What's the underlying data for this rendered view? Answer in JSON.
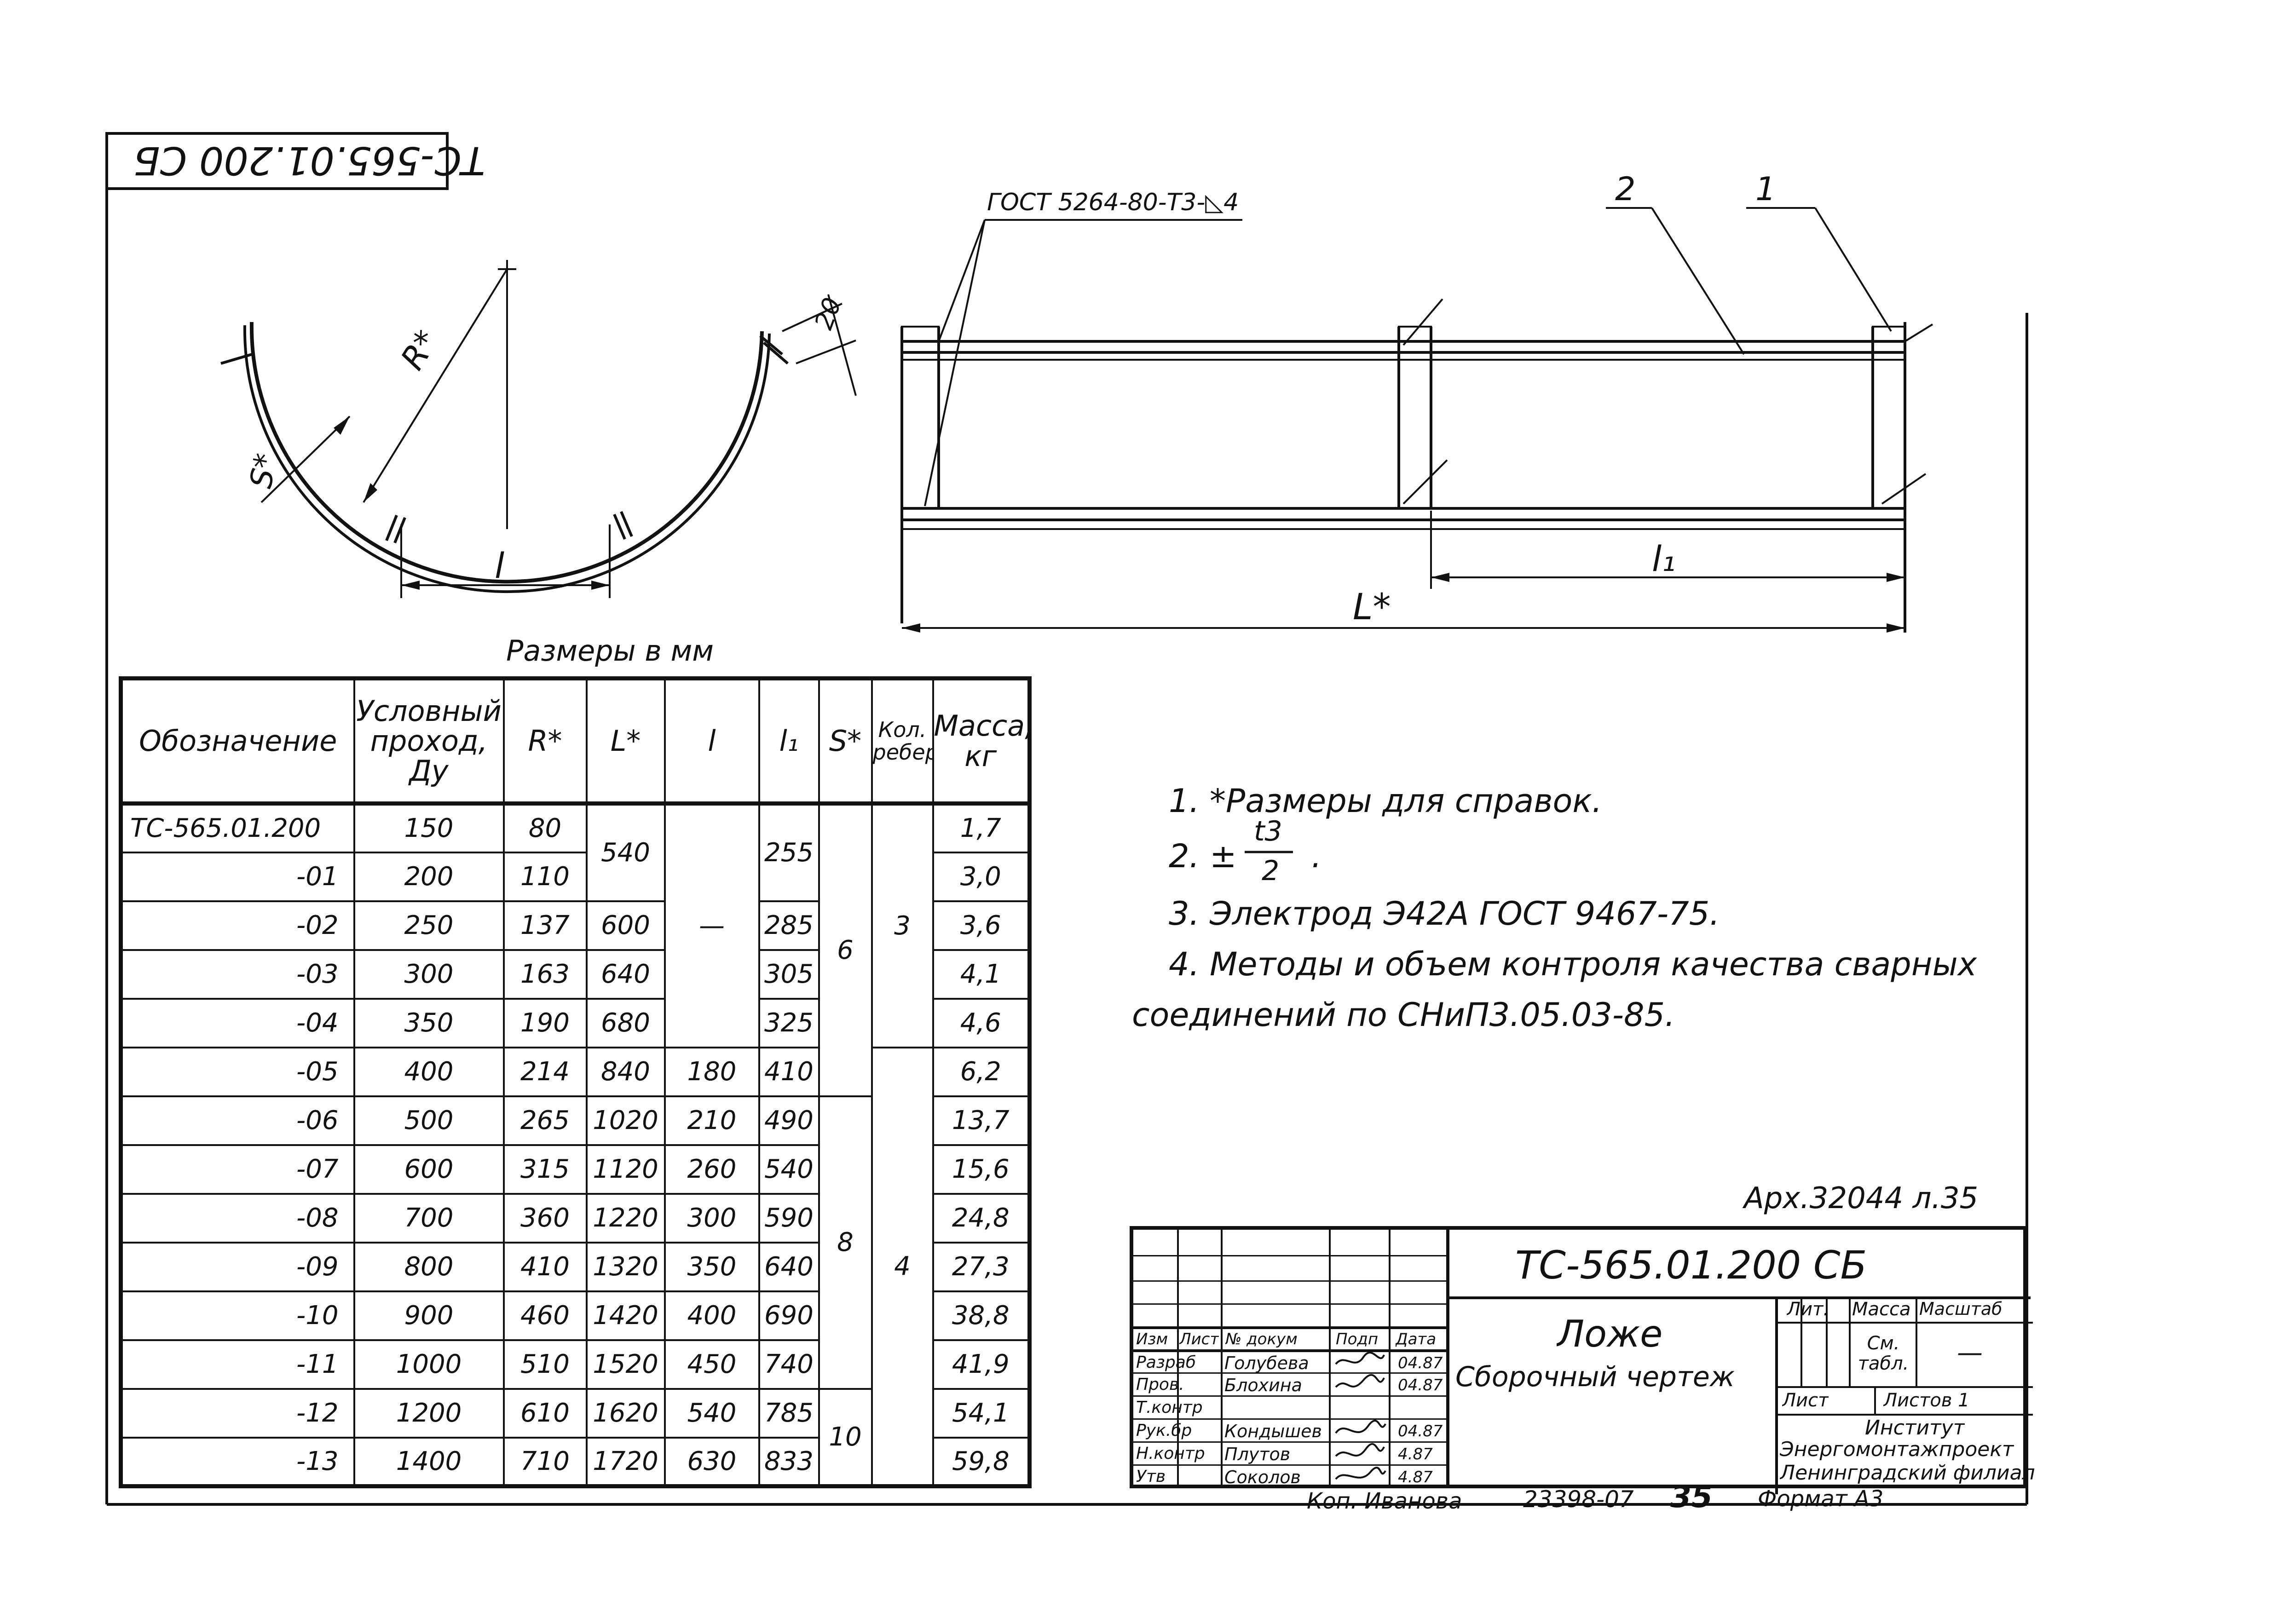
{
  "drawing": {
    "stamp_code": "ТС-565.01.200 СБ",
    "weld_note": "ГОСТ 5264-80-Т3-◺4",
    "labels": {
      "R": "R*",
      "S": "S*",
      "l": "l",
      "dim_20": "20",
      "L": "L*",
      "l1": "l₁",
      "pos_1": "1",
      "pos_2": "2"
    }
  },
  "table": {
    "caption": "Размеры в мм",
    "headers": [
      "Обозначение",
      "Условный проход, Ду",
      "R*",
      "L*",
      "l",
      "l₁",
      "S*",
      "Кол. ребер",
      "Масса, кг"
    ],
    "rows": [
      [
        "ТС-565.01.200",
        "150",
        "80",
        "1,7"
      ],
      [
        "-01",
        "200",
        "110",
        "3,0"
      ],
      [
        "-02",
        "250",
        "137",
        "3,6"
      ],
      [
        "-03",
        "300",
        "163",
        "4,1"
      ],
      [
        "-04",
        "350",
        "190",
        "4,6"
      ],
      [
        "-05",
        "400",
        "214",
        "6,2"
      ],
      [
        "-06",
        "500",
        "265",
        "13,7"
      ],
      [
        "-07",
        "600",
        "315",
        "15,6"
      ],
      [
        "-08",
        "700",
        "360",
        "24,8"
      ],
      [
        "-09",
        "800",
        "410",
        "27,3"
      ],
      [
        "-10",
        "900",
        "460",
        "38,8"
      ],
      [
        "-11",
        "1000",
        "510",
        "41,9"
      ],
      [
        "-12",
        "1200",
        "610",
        "54,1"
      ],
      [
        "-13",
        "1400",
        "710",
        "59,8"
      ]
    ],
    "L_values": [
      "540",
      "600",
      "640",
      "680",
      "840",
      "1020",
      "1120",
      "1220",
      "1320",
      "1420",
      "1520",
      "1620",
      "1720"
    ],
    "l_values": [
      "—",
      "180",
      "210",
      "260",
      "300",
      "350",
      "400",
      "450",
      "540",
      "630"
    ],
    "l1_values": [
      "255",
      "285",
      "305",
      "325",
      "410",
      "490",
      "540",
      "590",
      "640",
      "690",
      "740",
      "785",
      "833"
    ],
    "S_values": [
      "6",
      "8",
      "10"
    ],
    "ribs_values": [
      "3",
      "4"
    ]
  },
  "notes": {
    "n1": "1. *Размеры для справок.",
    "n2_prefix": "2. ±",
    "n2_num": "t3",
    "n2_den": "2",
    "n2_suffix": ".",
    "n3": "3. Электрод Э42А ГОСТ 9467-75.",
    "n4a": "4. Методы и объем контроля качества сварных",
    "n4b": "соединений по СНиП3.05.03-85."
  },
  "title_block": {
    "archive_ref": "Арх.32044 л.35",
    "code": "ТС-565.01.200 СБ",
    "name": "Ложе",
    "subtitle": "Сборочный чертеж",
    "col_headers": [
      "Изм",
      "Лист",
      "№ докум",
      "Подп",
      "Дата"
    ],
    "roles": [
      "Разраб",
      "Пров.",
      "Т.контр",
      "Рук.бр",
      "Н.контр",
      "Утв"
    ],
    "persons": [
      "Голубева",
      "Блохина",
      "",
      "Кондышев",
      "Плутов",
      "Соколов"
    ],
    "dates": [
      "04.87",
      "04.87",
      "",
      "04.87",
      "4.87",
      "4.87"
    ],
    "lit_label": "Лит.",
    "mass_label": "Масса",
    "scale_label": "Масштаб",
    "mass_value": "См. табл.",
    "scale_value": "—",
    "sheet_label": "Лист",
    "sheets_label": "Листов 1",
    "org_line1": "Институт",
    "org_line2": "Энергомонтажпроект",
    "org_line3": "Ленинградский филиал"
  },
  "footer": {
    "copied_by": "Коп. Иванова",
    "inv_number": "23398-07",
    "page_number": "35",
    "format": "Формат А3"
  }
}
